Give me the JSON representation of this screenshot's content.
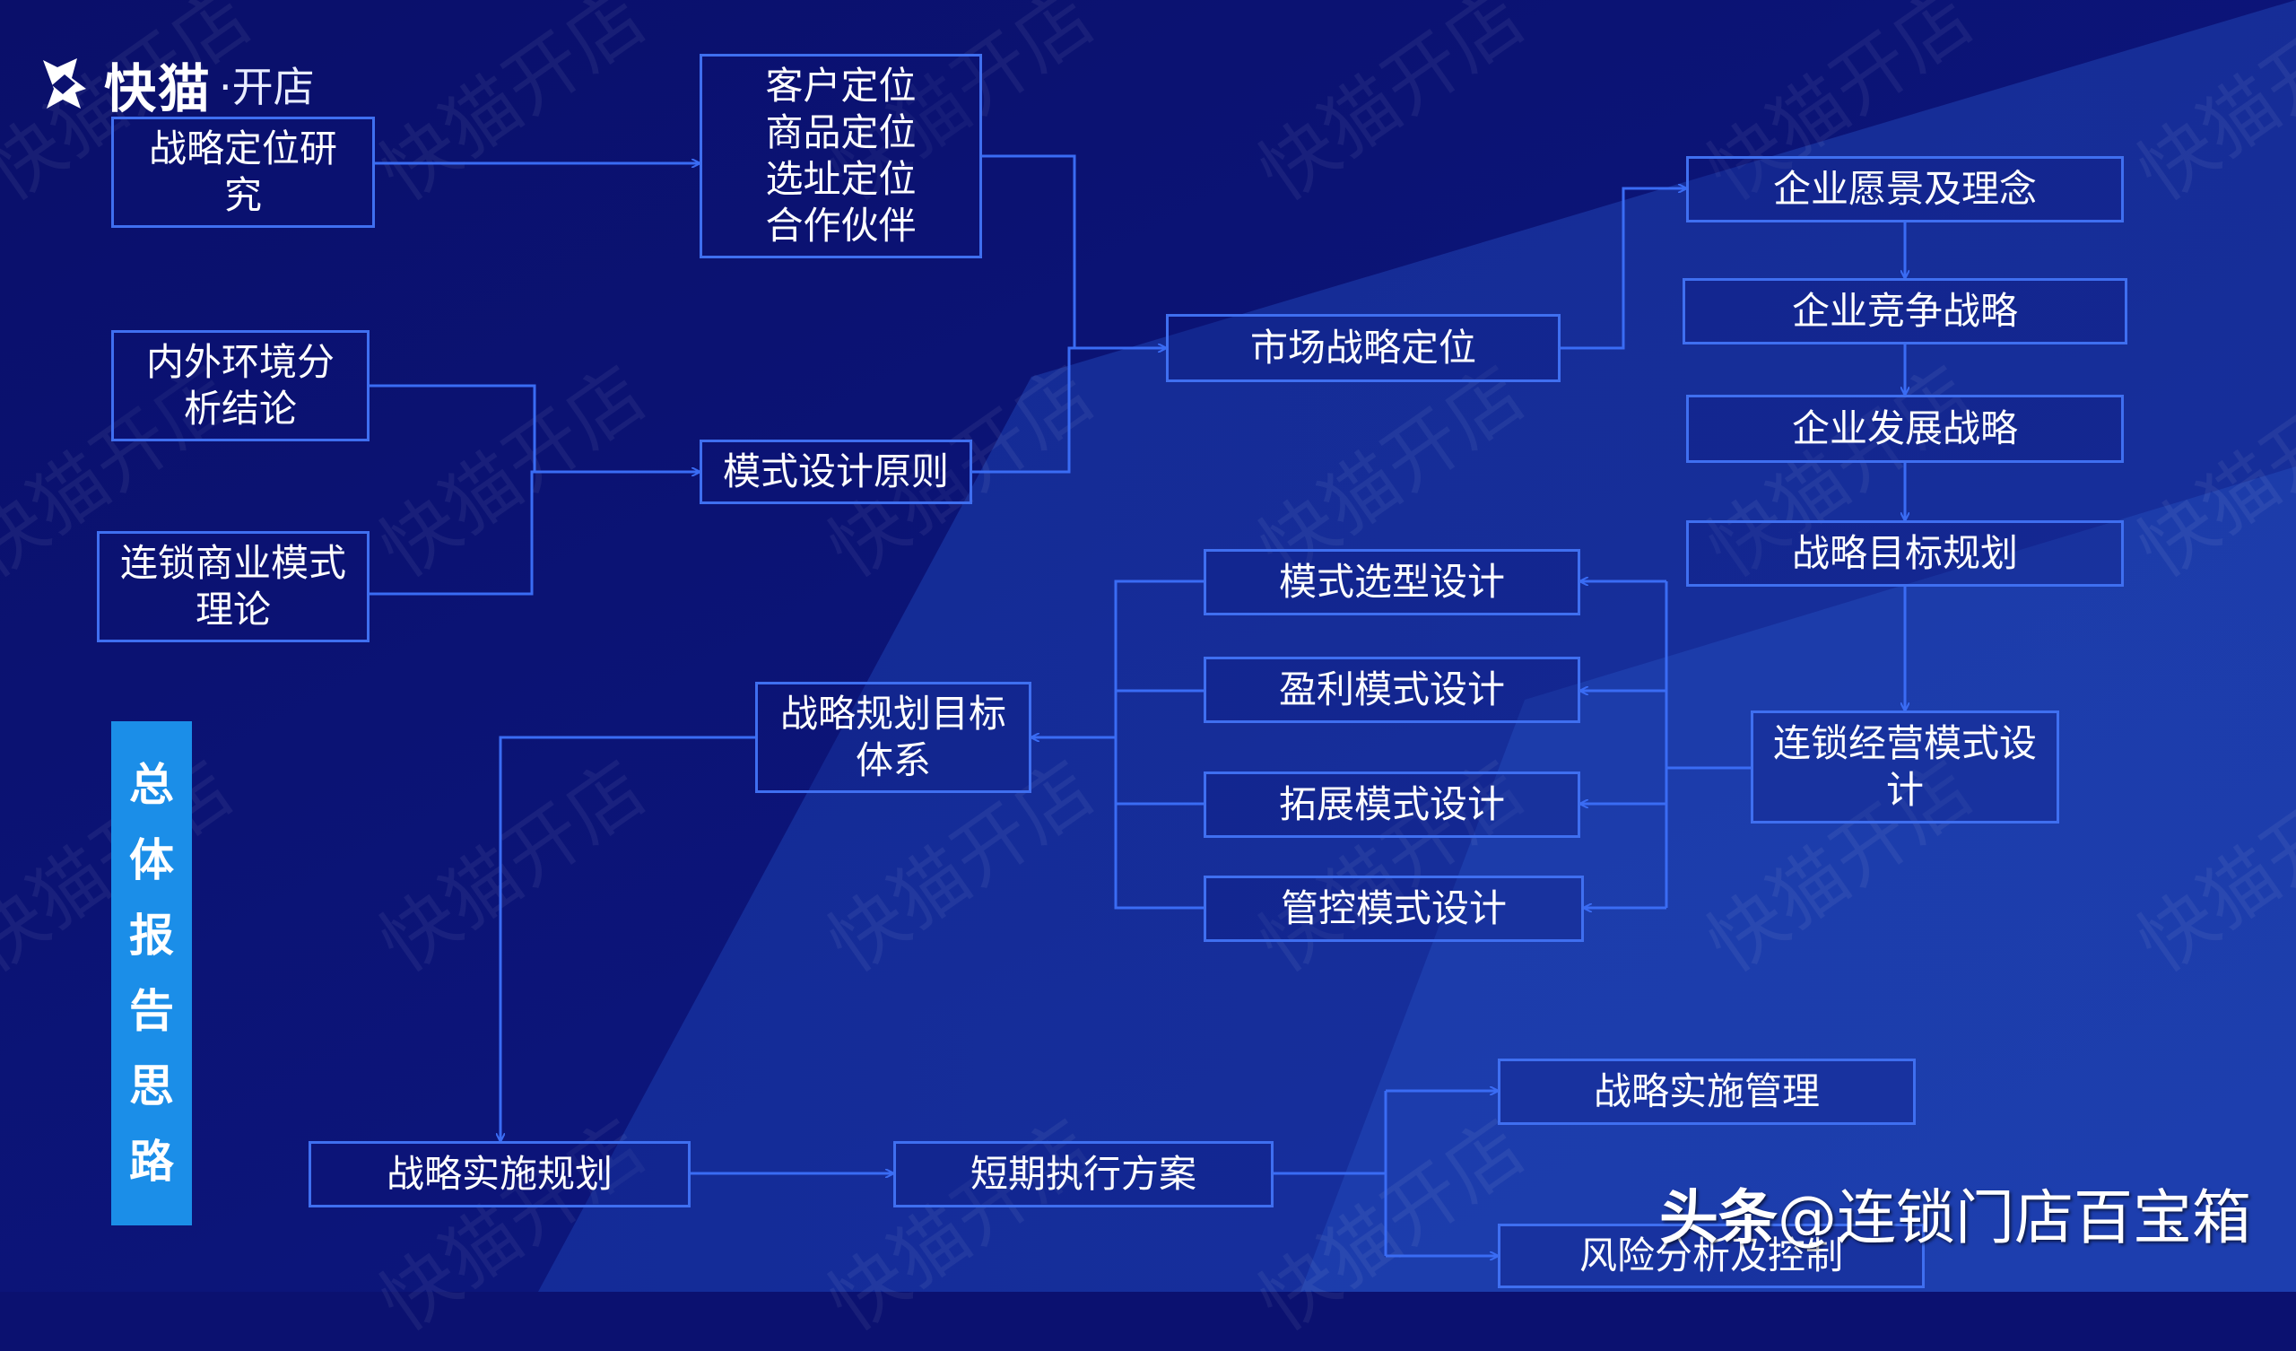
{
  "logo": {
    "brand": "快猫",
    "sub": "·开店"
  },
  "watermark": "快猫开店",
  "sidebar_title": "总\n体\n报\n告\n思\n路",
  "nodes": {
    "strategy_research": "战略定位研\n究",
    "positioning_list": "客户定位\n商品定位\n选址定位\n合作伙伴",
    "env_analysis": "内外环境分\n析结论",
    "chain_theory": "连锁商业模式\n理论",
    "model_principle": "模式设计原则",
    "market_positioning": "市场战略定位",
    "vision": "企业愿景及理念",
    "competition": "企业竞争战略",
    "development": "企业发展战略",
    "goal_planning": "战略目标规划",
    "mode_select": "模式选型设计",
    "profit_mode": "盈利模式设计",
    "expand_mode": "拓展模式设计",
    "control_mode": "管控模式设计",
    "goal_system": "战略规划目标\n体系",
    "chain_ops": "连锁经营模式设\n计",
    "impl_planning": "战略实施规划",
    "short_term": "短期执行方案",
    "impl_mgmt": "战略实施管理",
    "risk": "风险分析及控制"
  },
  "credit": {
    "platform": "头条",
    "handle": "@连锁门店百宝箱"
  },
  "colors": {
    "background": "#0b1170",
    "border": "#3f6ff0",
    "connector": "#3a6cf4",
    "sidebar": "#1b8ee8",
    "text": "#ffffff"
  }
}
